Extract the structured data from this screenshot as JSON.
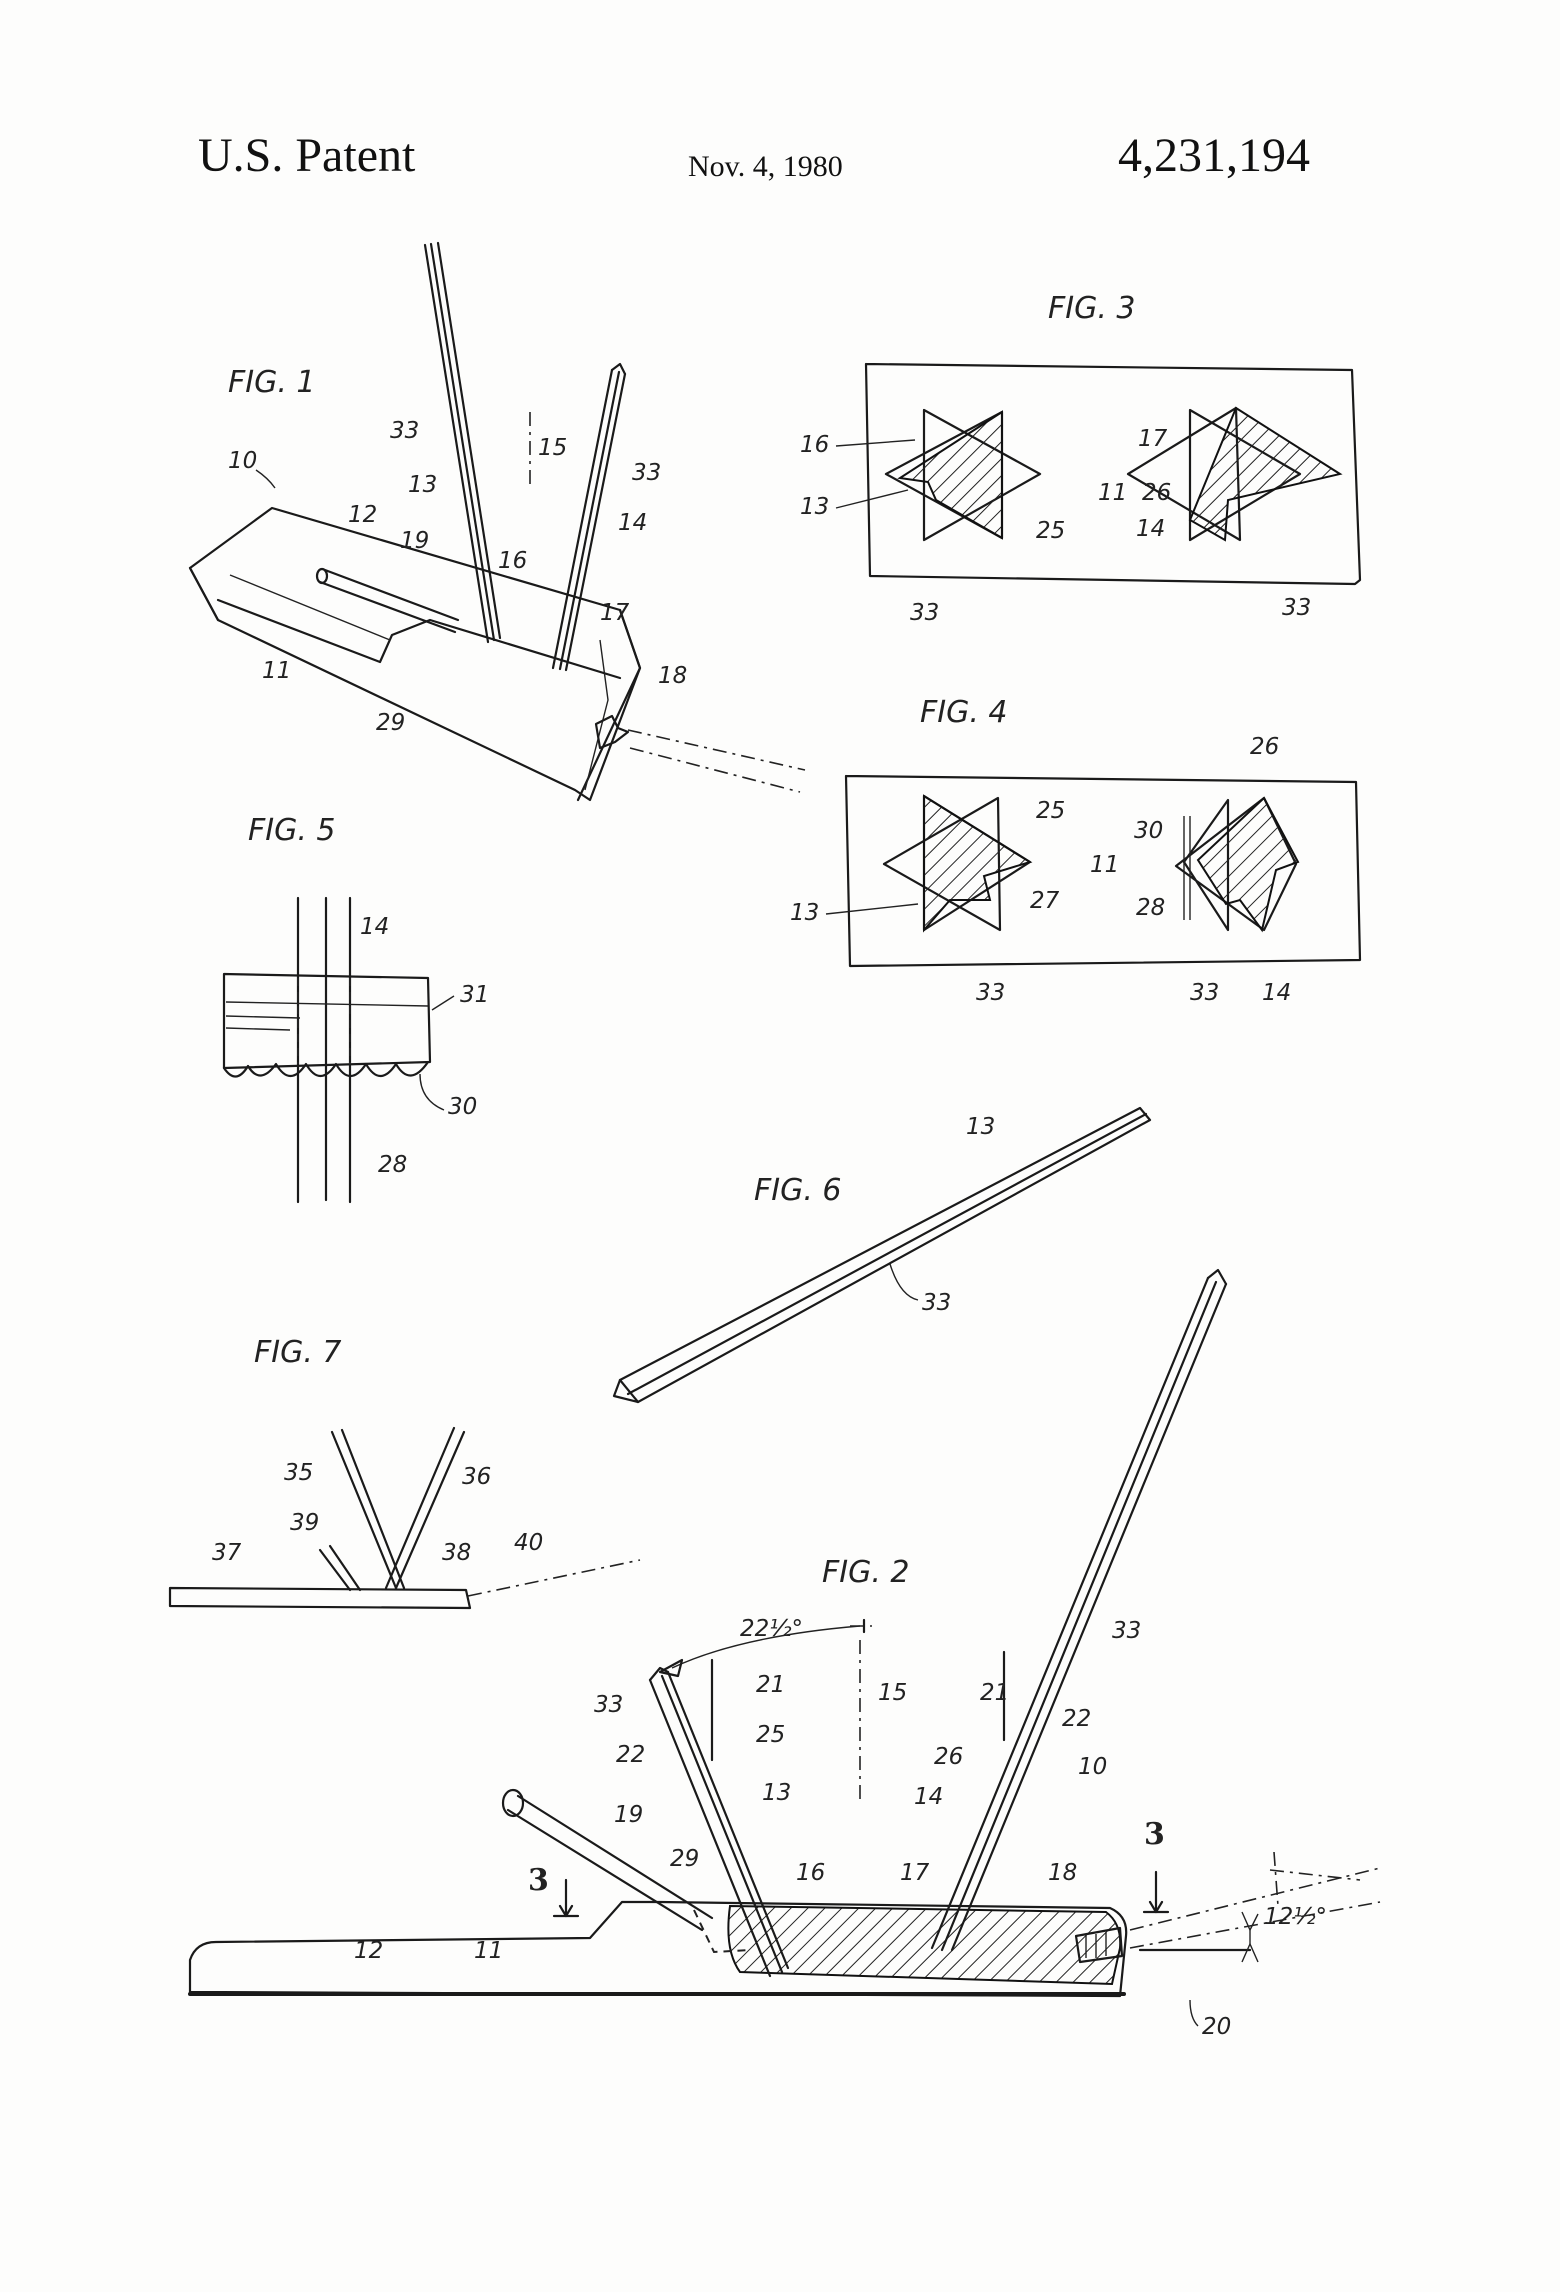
{
  "header": {
    "left": "U.S. Patent",
    "date": "Nov. 4, 1980",
    "number": "4,231,194"
  },
  "figures": {
    "fig1": {
      "title": "FIG. 1",
      "refs": [
        "10",
        "12",
        "19",
        "33",
        "13",
        "15",
        "33",
        "14",
        "16",
        "17",
        "11",
        "29",
        "18"
      ]
    },
    "fig2": {
      "title": "FIG. 2",
      "angle_top": "22½°",
      "angle_right": "12½°",
      "section": "3",
      "refs": [
        "33",
        "21",
        "15",
        "21",
        "33",
        "22",
        "25",
        "22",
        "26",
        "13",
        "14",
        "10",
        "19",
        "29",
        "16",
        "17",
        "18",
        "12",
        "11",
        "20"
      ]
    },
    "fig3": {
      "title": "FIG. 3",
      "refs": [
        "16",
        "13",
        "25",
        "33",
        "17",
        "11",
        "26",
        "14",
        "33"
      ]
    },
    "fig4": {
      "title": "FIG. 4",
      "refs": [
        "25",
        "13",
        "27",
        "33",
        "26",
        "30",
        "11",
        "28",
        "33",
        "14"
      ]
    },
    "fig5": {
      "title": "FIG. 5",
      "refs": [
        "14",
        "31",
        "30",
        "28"
      ]
    },
    "fig6": {
      "title": "FIG. 6",
      "refs": [
        "13",
        "33"
      ]
    },
    "fig7": {
      "title": "FIG. 7",
      "refs": [
        "35",
        "36",
        "39",
        "37",
        "38",
        "40"
      ]
    }
  }
}
